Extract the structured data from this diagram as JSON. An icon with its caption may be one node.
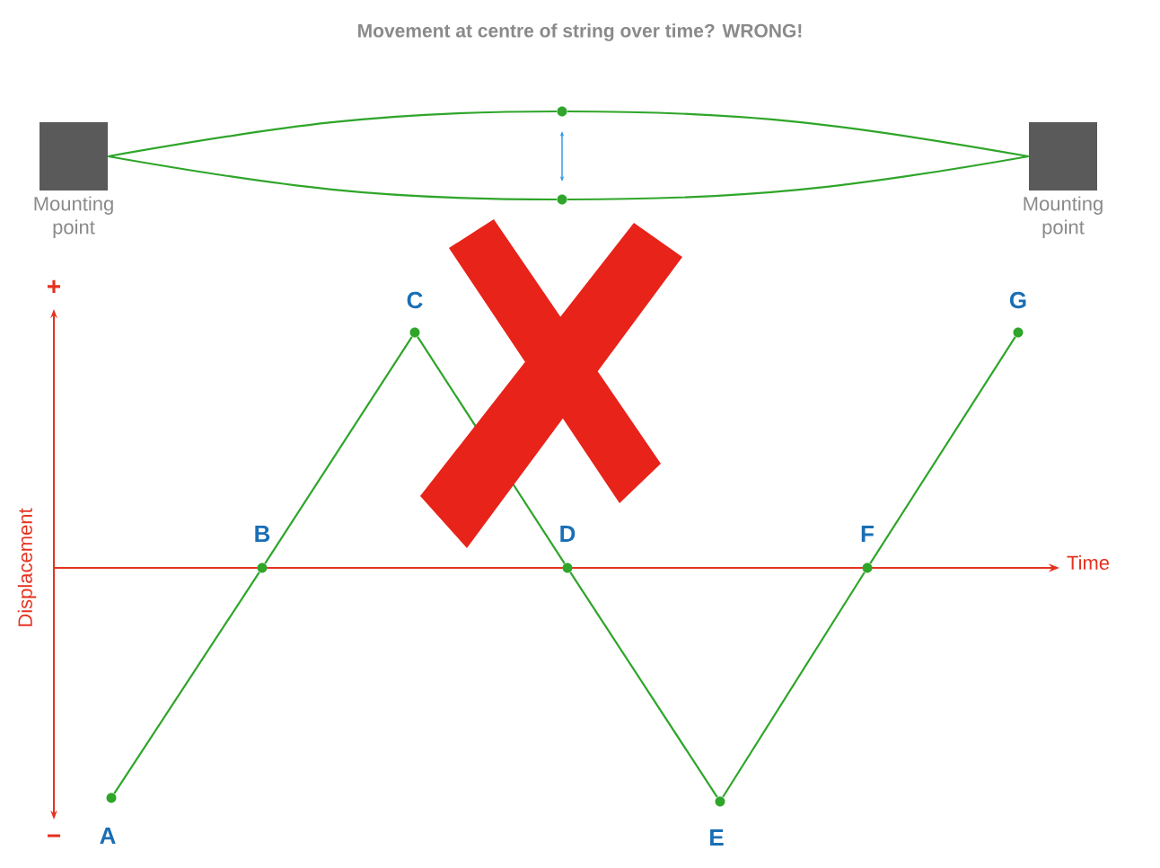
{
  "diagram": {
    "title": "Movement at centre of string over time? WRONG!",
    "nodes": [
      {
        "text": [
          "Mounting point"
        ]
      },
      {
        "text": [],
        "shape": "circle"
      },
      {
        "text": [],
        "shape": "circle"
      },
      {
        "text": [
          "Mounting point"
        ]
      },
      {
        "text": [],
        "shape": "circle",
        "beside": [
          "A"
        ]
      },
      {
        "text": [],
        "shape": "circle",
        "beside": [
          "B"
        ]
      },
      {
        "text": [],
        "shape": "circle",
        "beside": [
          "C"
        ]
      },
      {
        "text": [],
        "shape": "circle",
        "beside": [
          "D"
        ]
      },
      {
        "text": [],
        "shape": "circle",
        "beside": [
          "E"
        ]
      },
      {
        "text": [],
        "shape": "circle",
        "beside": [
          "F"
        ]
      },
      {
        "text": [],
        "shape": "circle",
        "beside": [
          "G"
        ]
      }
    ],
    "edges": [
      {
        "from": 0,
        "to": 1,
        "arrow": "none"
      },
      {
        "from": 1,
        "to": 3,
        "arrow": "none"
      },
      {
        "from": 0,
        "to": 2,
        "arrow": "none"
      },
      {
        "from": 2,
        "to": 3,
        "arrow": "none"
      },
      {
        "from": 4,
        "to": 5,
        "arrow": "none"
      },
      {
        "from": 5,
        "to": 6,
        "arrow": "none"
      },
      {
        "from": 6,
        "to": 7,
        "arrow": "none"
      },
      {
        "from": 7,
        "to": 8,
        "arrow": "none"
      },
      {
        "from": 8,
        "to": 9,
        "arrow": "none"
      },
      {
        "from": 9,
        "to": 10,
        "arrow": "none"
      }
    ],
    "labels": [
      "+",
      "−",
      "Displacement",
      "Time"
    ]
  }
}
